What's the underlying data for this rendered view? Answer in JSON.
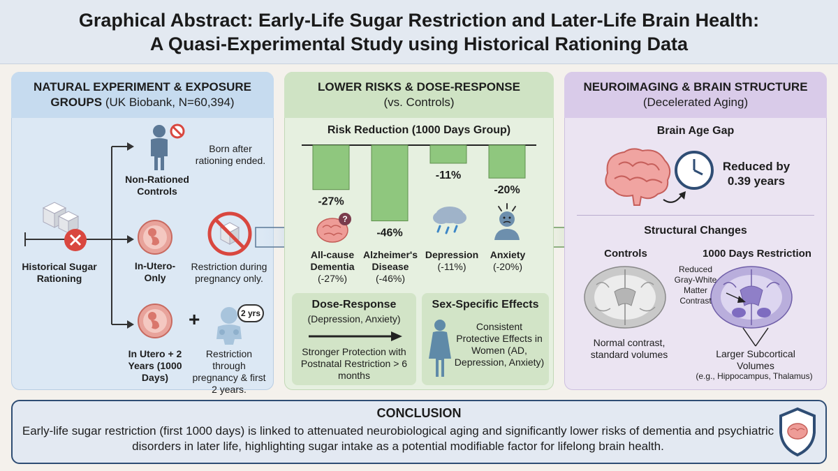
{
  "title": {
    "line1": "Graphical Abstract: Early-Life Sugar Restriction and Later-Life Brain Health:",
    "line2": "A Quasi-Experimental Study using Historical Rationing Data"
  },
  "panel1": {
    "heading_bold": "NATURAL EXPERIMENT & EXPOSURE GROUPS",
    "heading_sub": "(UK Biobank, N=60,394)",
    "root_label": "Historical Sugar Rationing",
    "groups": [
      {
        "name": "Non-Rationed Controls",
        "desc": "Born after rationing ended."
      },
      {
        "name": "In-Utero-Only",
        "desc": "Restriction during pregnancy only."
      },
      {
        "name": "In Utero + 2 Years (1000 Days)",
        "desc": "Restriction through pregnancy & first 2 years."
      }
    ],
    "plus_sign": "+",
    "badge": "2 yrs"
  },
  "panel2": {
    "heading_bold": "LOWER RISKS & DOSE-RESPONSE",
    "heading_sub": "(vs. Controls)",
    "chart_title": "Risk Reduction (1000 Days Group)",
    "dose_title": "Dose-Response",
    "dose_sub": "(Depression, Anxiety)",
    "dose_text": "Stronger Protection with Postnatal Restriction > 6 months",
    "sex_title": "Sex-Specific Effects",
    "sex_text": "Consistent Protective Effects in Women (AD, Depression, Anxiety)"
  },
  "chart_data": {
    "type": "bar",
    "title": "Risk Reduction (1000 Days Group)",
    "categories": [
      "All-cause Dementia",
      "Alzheimer's Disease",
      "Depression",
      "Anxiety"
    ],
    "values": [
      -27,
      -46,
      -11,
      -20
    ],
    "value_labels": [
      "-27%",
      "-46%",
      "-11%",
      "-20%"
    ],
    "category_sublabels": [
      "(-27%)",
      "(-46%)",
      "(-11%)",
      "(-20%)"
    ],
    "ylim": [
      -50,
      0
    ],
    "grid": false,
    "bar_color": "#8fc77e"
  },
  "panel3": {
    "heading_bold": "NEUROIMAGING & BRAIN STRUCTURE",
    "heading_sub": "(Decelerated Aging)",
    "brain_age_title": "Brain Age Gap",
    "brain_age_value": "Reduced by 0.39 years",
    "structural_title": "Structural Changes",
    "controls_label": "Controls",
    "restriction_label": "1000 Days Restriction",
    "controls_desc": "Normal contrast, standard volumes",
    "annot_gray_white": "Reduced Gray-White Matter Contrast",
    "annot_subcortical": "Larger Subcortical Volumes",
    "annot_examples": "(e.g., Hippocampus, Thalamus)"
  },
  "conclusion": {
    "title": "CONCLUSION",
    "text": "Early-life sugar restriction (first 1000 days) is linked to attenuated neurobiological aging and significantly lower risks of dementia and psychiatric disorders in later life, highlighting sugar intake as a potential modifiable factor for lifelong brain health."
  },
  "colors": {
    "panel1": "#dce8f4",
    "panel2": "#e6f0e0",
    "panel3": "#ebe4f2",
    "bar": "#8fc77e",
    "red": "#d9473f",
    "navy": "#2f4d74"
  }
}
